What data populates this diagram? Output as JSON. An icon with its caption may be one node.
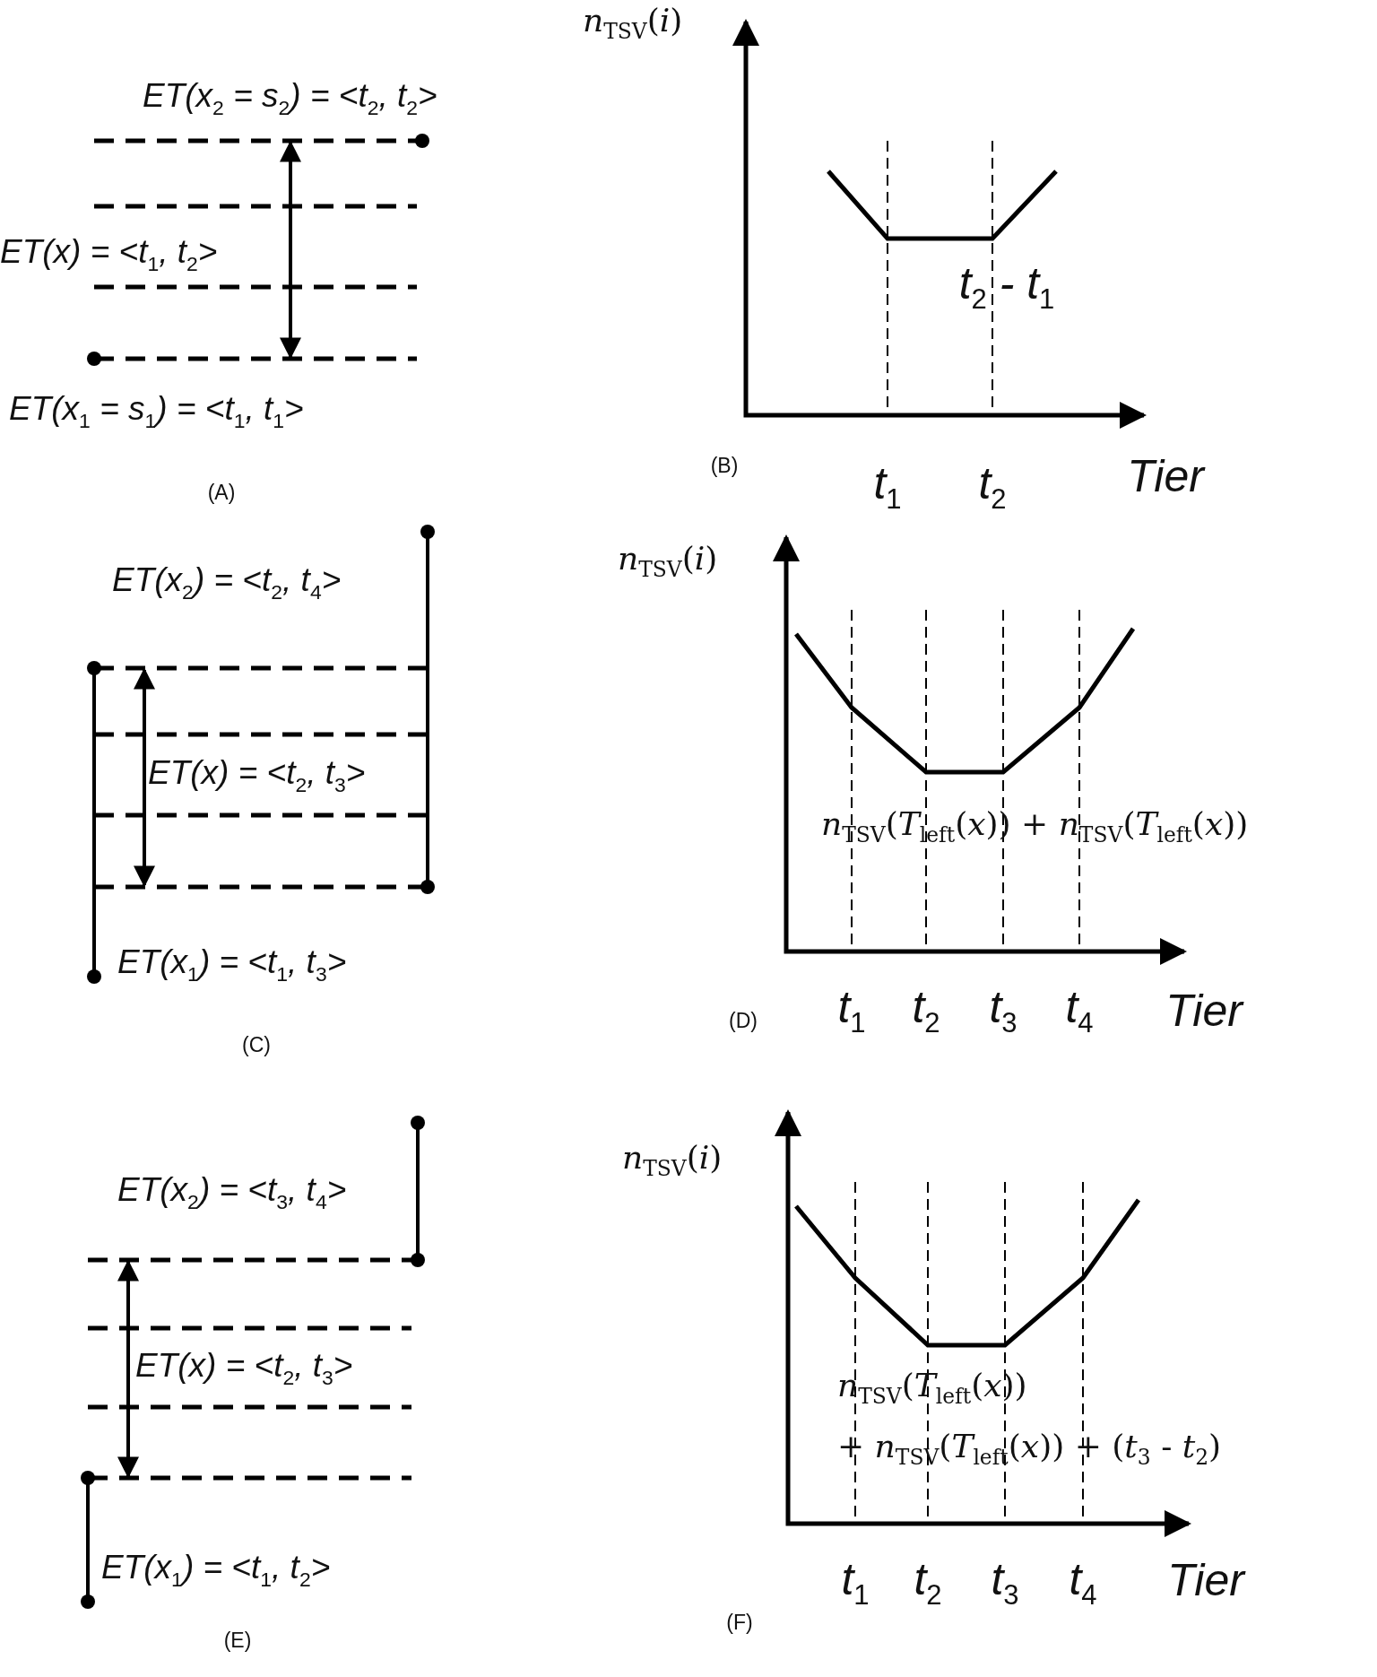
{
  "diagram": {
    "labels": [
      "ET(x$_{2}$ = s$_{2}$) = <t$_{2}$, t$_{2}$>",
      "ET(x) = <t$_{1}$, t$_{2}$>",
      "ET(x$_{1}$ = s$_{1}$) = <t$_{1}$, t$_{1}$>",
      "(A)",
      "*n*$_{TSV}$(*i*)",
      "t$_{2}$ - t$_{1}$",
      "(B)",
      "t$_{1}$",
      "t$_{2}$",
      "Tier",
      "ET(x$_{2}$) = <t$_{2}$, t$_{4}$>",
      "ET(x) = <t$_{2}$, t$_{3}$>",
      "ET(x$_{1}$) = <t$_{1}$, t$_{3}$>",
      "(C)",
      "*n*$_{TSV}$(*i*)",
      "*n*$_{TSV}$(*T*$_{left}$(*x*)) + *n*$_{TSV}$(*T*$_{left}$(*x*))",
      "(D)",
      "t$_{1}$",
      "t$_{2}$",
      "t$_{3}$",
      "t$_{4}$",
      "Tier",
      "ET(x$_{2}$) = <t$_{3}$, t$_{4}$>",
      "ET(x) = <t$_{2}$, t$_{3}$>",
      "ET(x$_{1}$) = <t$_{1}$, t$_{2}$>",
      "(E)",
      "*n*$_{TSV}$(*i*)",
      "*n*$_{TSV}$(*T*$_{left}$(*x*))",
      "+ *n*$_{TSV}$(*T*$_{left}$(*x*)) + (*t*$_{3}$ - *t*$_{2}$)",
      "(F)",
      "t$_{1}$",
      "t$_{2}$",
      "t$_{3}$",
      "t$_{4}$",
      "Tier"
    ]
  }
}
